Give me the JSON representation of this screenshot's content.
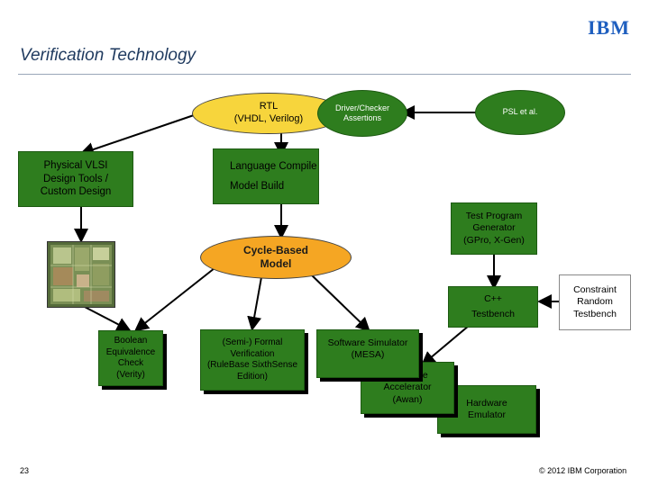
{
  "header": {
    "title": "Verification Technology",
    "logo": "IBM"
  },
  "nodes": {
    "rtl": {
      "line1": "RTL",
      "line2": "(VHDL, Verilog)"
    },
    "driver_checker": {
      "line1": "Driver/Checker",
      "line2": "Assertions"
    },
    "psl": "PSL et al.",
    "physical": {
      "line1": "Physical VLSI",
      "line2": "Design Tools /",
      "line3": "Custom Design"
    },
    "language_compile": {
      "line1": "Language Compile",
      "line2": "Model Build"
    },
    "test_program": {
      "line1": "Test Program",
      "line2": "Generator",
      "line3": "(GPro, X-Gen)"
    },
    "cycle_based": {
      "line1": "Cycle-Based",
      "line2": "Model"
    },
    "cpp_testbench": {
      "line1": "C++",
      "line2": "Testbench"
    },
    "constraint_random": {
      "line1": "Constraint",
      "line2": "Random",
      "line3": "Testbench"
    },
    "boolean_equivalence": {
      "line1": "Boolean",
      "line2": "Equivalence",
      "line3": "Check",
      "line4": "(Verity)"
    },
    "formal": {
      "line1": "(Semi-) Formal",
      "line2": "Verification",
      "line3": "(RuleBase SixthSense",
      "line4": "Edition)"
    },
    "software_simulator": {
      "line1": "Software Simulator",
      "line2": "(MESA)"
    },
    "hardware_accelerator": {
      "line1": "Hardware",
      "line2": "Accelerator",
      "line3": "(Awan)"
    },
    "hardware_emulator": {
      "line1": "Hardware",
      "line2": "Emulator"
    }
  },
  "footer": {
    "page_number": "23",
    "copyright": "© 2012 IBM Corporation"
  },
  "colors": {
    "green_box": "#2e7d1e",
    "yellow_ellipse": "#f7d53c",
    "orange_ellipse": "#f5a623",
    "title": "#1f3a5f",
    "logo": "#1f5fbf"
  }
}
